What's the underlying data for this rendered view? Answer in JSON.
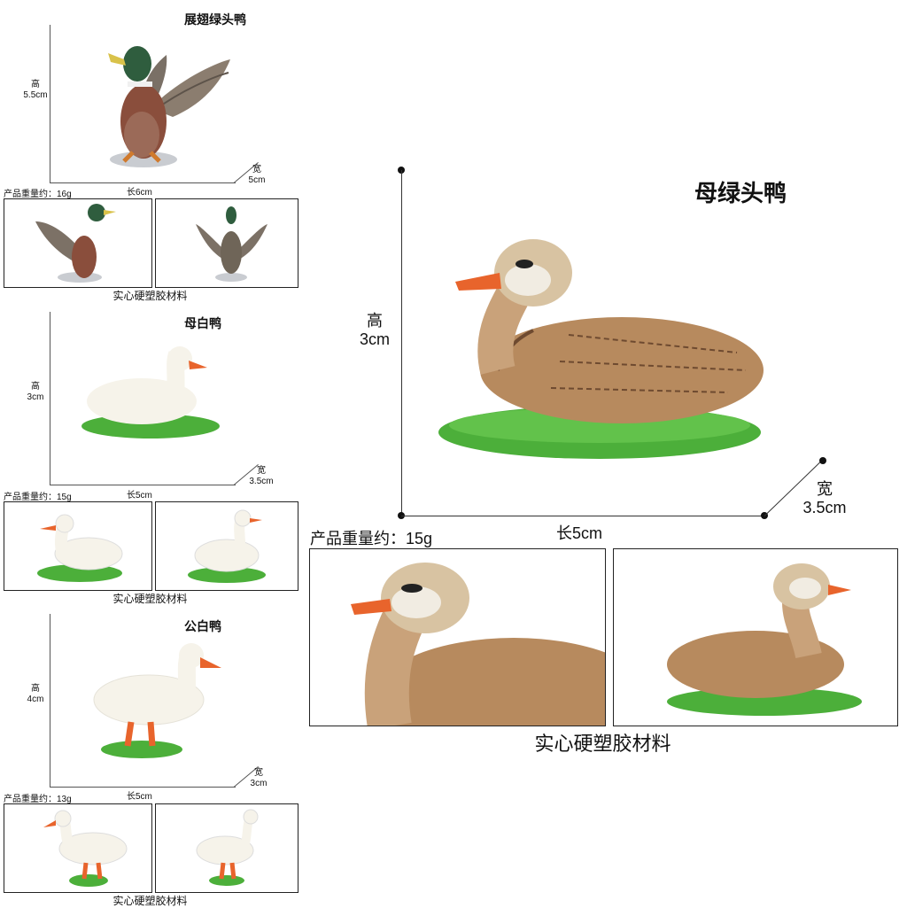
{
  "products": [
    {
      "title": "展翅绿头鸭",
      "height_label": "高",
      "height_value": "5.5cm",
      "length_label": "长6cm",
      "width_label": "宽",
      "width_value": "5cm",
      "weight_label": "产品重量约：16g",
      "material_label": "实心硬塑胶材料"
    },
    {
      "title": "母白鸭",
      "height_label": "高",
      "height_value": "3cm",
      "length_label": "长5cm",
      "width_label": "宽",
      "width_value": "3.5cm",
      "weight_label": "产品重量约：15g",
      "material_label": "实心硬塑胶材料"
    },
    {
      "title": "公白鸭",
      "height_label": "高",
      "height_value": "4cm",
      "length_label": "长5cm",
      "width_label": "宽",
      "width_value": "3cm",
      "weight_label": "产品重量约：13g",
      "material_label": "实心硬塑胶材料"
    }
  ],
  "featured": {
    "title": "母绿头鸭",
    "height_label": "高",
    "height_value": "3cm",
    "length_label": "长5cm",
    "width_label": "宽",
    "width_value": "3.5cm",
    "weight_label": "产品重量约：15g",
    "material_label": "实心硬塑胶材料"
  },
  "colors": {
    "base_green": "#4caf3a",
    "beak_orange": "#e8642c",
    "mallard_head": "#2f5d3e",
    "white_duck": "#f6f3ea",
    "hen_brown": "#b78a5e"
  }
}
